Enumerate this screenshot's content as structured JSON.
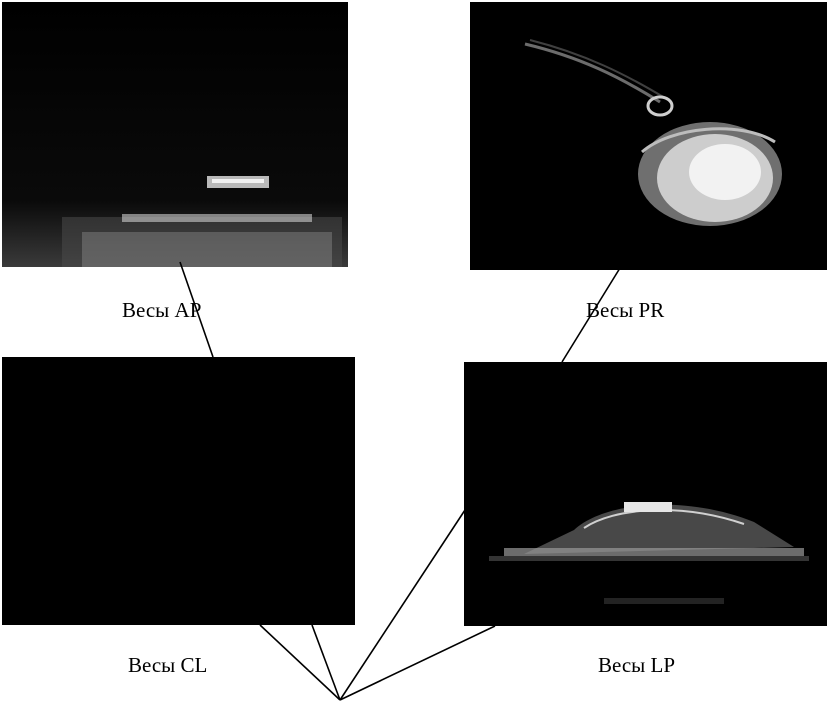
{
  "panels": {
    "ap": {
      "caption": "Весы AP"
    },
    "pr": {
      "caption": "Весы PR"
    },
    "cl": {
      "caption": "Весы CL"
    },
    "lp": {
      "caption": "Весы LP"
    }
  },
  "colors": {
    "background": "#ffffff",
    "photo": "#000000",
    "line": "#000000"
  }
}
